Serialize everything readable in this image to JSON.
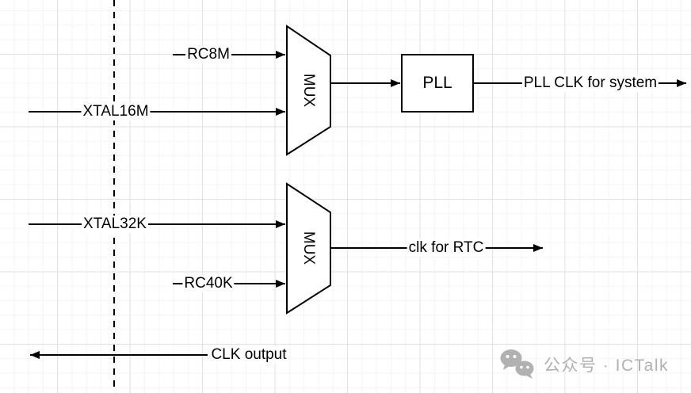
{
  "diagram": {
    "blocks": {
      "mux_top": "MUX",
      "mux_bottom": "MUX",
      "pll": "PLL"
    },
    "signals": {
      "rc8m": "RC8M",
      "xtal16m": "XTAL16M",
      "xtal32k": "XTAL32K",
      "rc40k": "RC40K",
      "pll_clk": "PLL CLK for system",
      "rtc_clk": "clk for RTC",
      "clk_output": "CLK output"
    },
    "colors": {
      "line": "#000000",
      "background": "#ffffff",
      "grid_minor": "#f4f4f4",
      "grid_major": "#e2e2e2",
      "watermark": "#b1b1b1"
    }
  },
  "watermark": {
    "icon": "wechat-icon",
    "label": "公众号 · ICTalk"
  }
}
